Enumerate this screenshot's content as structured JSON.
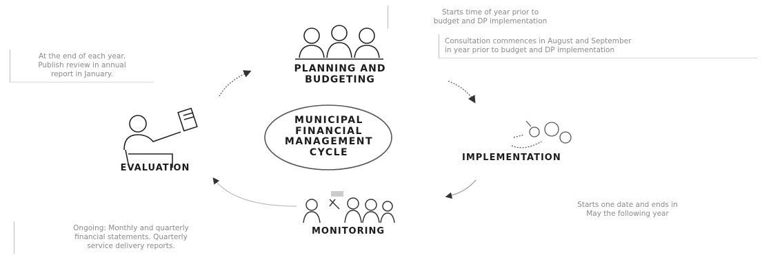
{
  "diagram": {
    "center": {
      "lines": [
        "MUNICIPAL",
        "FINANCIAL",
        "MANAGEMENT",
        "CYCLE"
      ]
    },
    "stages": {
      "planning": {
        "lines": [
          "PLANNING AND",
          "BUDGETING"
        ]
      },
      "implementation": {
        "label": "IMPLEMENTATION"
      },
      "monitoring": {
        "label": "MONITORING"
      },
      "evaluation": {
        "label": "EVALUATION"
      }
    },
    "notes": {
      "evaluation_note": [
        "At the end of each year.",
        "Publish review in annual",
        "report in January."
      ],
      "planning_note_top": [
        "Starts time of year prior to",
        "budget and DP implementation"
      ],
      "planning_note_right": [
        "Consultation commences in August and September",
        "in year prior to budget and DP implementation"
      ],
      "implementation_note": [
        "Starts one date and ends in",
        "May the following year"
      ],
      "monitoring_note": [
        "Ongoing: Monthly and quarterly",
        "financial statements. Quarterly",
        "service delivery reports."
      ]
    },
    "icons": {
      "planning": "group-meeting-icon",
      "implementation": "gears-workflow-icon",
      "monitoring": "team-monitoring-icon",
      "evaluation": "presenter-report-icon"
    }
  }
}
